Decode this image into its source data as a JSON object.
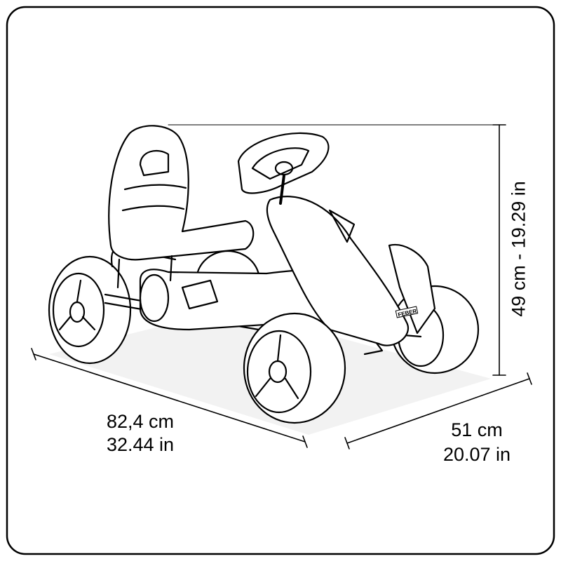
{
  "brand_logo": "FEBER",
  "dimensions": {
    "height": "49 cm - 19.29 in",
    "length_cm": "82,4 cm",
    "length_in": "32.44 in",
    "width_cm": "51 cm",
    "width_in": "20.07 in"
  }
}
